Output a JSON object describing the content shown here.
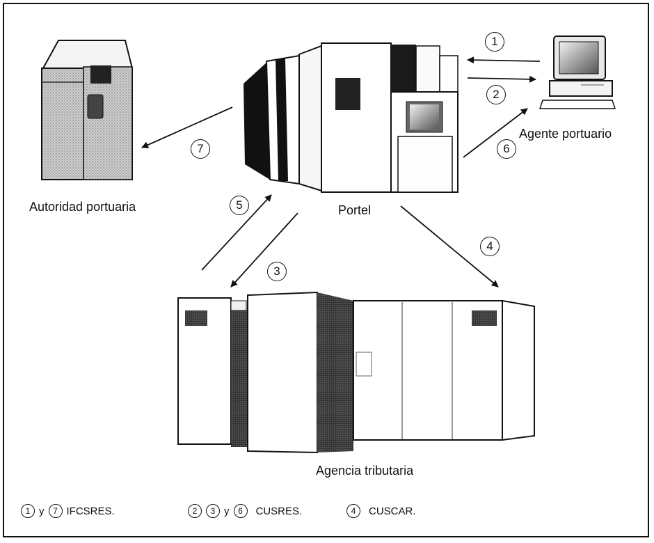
{
  "labels": {
    "autoridad": "Autoridad portuaria",
    "portel": "Portel",
    "agente": "Agente portuario",
    "agencia": "Agencia tributaria"
  },
  "steps": [
    "1",
    "2",
    "3",
    "4",
    "5",
    "6",
    "7"
  ],
  "legend": [
    {
      "nums": [
        "1",
        "7"
      ],
      "joiner": "y",
      "text": "IFCSRES."
    },
    {
      "nums": [
        "2",
        "3",
        "6"
      ],
      "joiner": "y",
      "text": "CUSRES."
    },
    {
      "nums": [
        "4"
      ],
      "joiner": "",
      "text": "CUSCAR."
    }
  ]
}
